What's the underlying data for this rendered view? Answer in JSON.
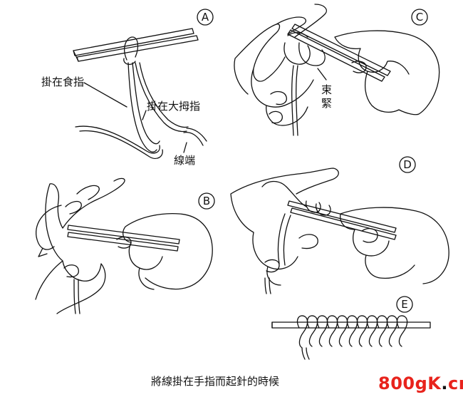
{
  "panels": {
    "a": {
      "letter": "A",
      "label_index_finger": "掛在食指",
      "label_thumb": "掛在大拇指",
      "label_yarn_end": "線端"
    },
    "b": {
      "letter": "B"
    },
    "c": {
      "letter": "C",
      "label_tighten_1": "束",
      "label_tighten_2": "緊"
    },
    "d": {
      "letter": "D"
    },
    "e": {
      "letter": "E"
    }
  },
  "caption": "將線掛在手指而起針的時候",
  "watermark": {
    "main": "800g",
    "k": "K",
    "dot": ".",
    "tld": "cn",
    "color": "#e8231c"
  }
}
